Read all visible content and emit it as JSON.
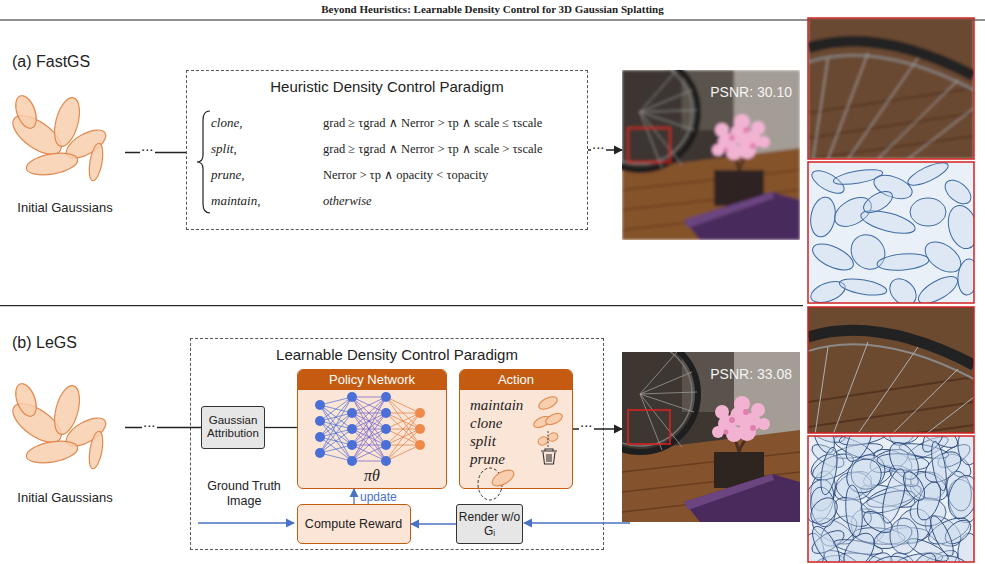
{
  "diagram": {
    "title": "Beyond Heuristics: Learnable Density Control for 3D Gaussian Splatting",
    "nodes": [
      {
        "text": [
          "Initial Gaussians"
        ]
      },
      {
        "text": [
          "Heuristic Density Control Paradigm",
          "clone,",
          "grad ≥ τgrad ∧ Nerror > τp ∧ scale ≤ τscale",
          "split,",
          "grad ≥ τgrad ∧ Nerror > τp ∧ scale > τscale",
          "prune,",
          "Nerror > τp ∧ opacity < τopacity",
          "maintain,",
          "otherwise"
        ]
      },
      {
        "text": [
          "PSNR: 30.10"
        ]
      },
      {
        "text": [
          "Initial Gaussians"
        ]
      },
      {
        "text": [
          "Learnable Density Control Paradigm"
        ]
      },
      {
        "text": [
          "Gaussian Attribution"
        ],
        "in": 4
      },
      {
        "text": [
          "Policy Network",
          "πθ"
        ],
        "in": 4
      },
      {
        "text": [
          "Action",
          "maintain",
          "clone",
          "split",
          "prune"
        ],
        "in": 4
      },
      {
        "text": [
          "Compute Reward"
        ],
        "in": 4
      },
      {
        "text": [
          "Render w/o Gᵢ"
        ],
        "in": 4
      },
      {
        "text": [
          "PSNR: 33.08"
        ]
      }
    ],
    "edges": [
      {
        "from": 0,
        "to": 1,
        "arrow": "none"
      },
      {
        "from": 1,
        "to": 2,
        "arrow": "to"
      },
      {
        "from": 3,
        "to": 5,
        "arrow": "none"
      },
      {
        "from": 5,
        "to": 6,
        "arrow": "none"
      },
      {
        "from": 7,
        "to": 10,
        "arrow": "to"
      },
      {
        "from": 9,
        "to": 8,
        "arrow": "to"
      },
      {
        "from": 8,
        "to": 6,
        "arrow": "to",
        "label": "update"
      }
    ],
    "labels": [
      "(a) FastGS",
      "...",
      "...",
      "(b) LeGS",
      "...",
      "...",
      "Ground Truth Image"
    ]
  }
}
